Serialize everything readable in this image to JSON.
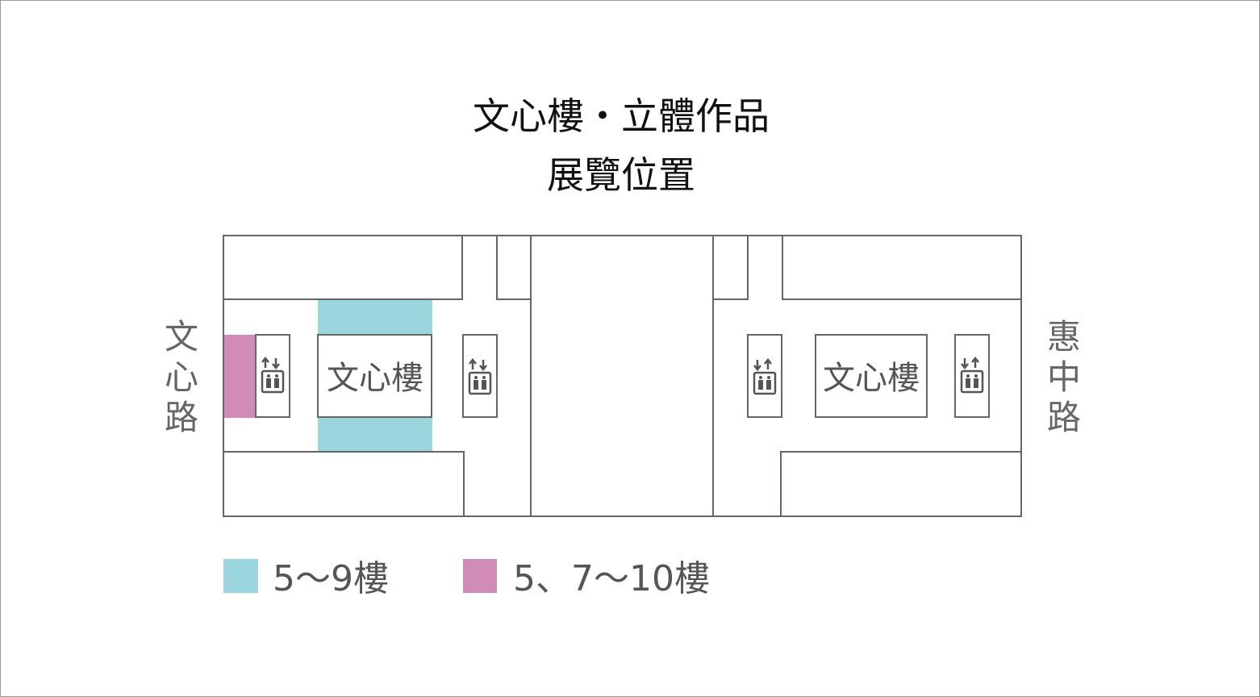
{
  "title": {
    "line1": "文心樓・立體作品",
    "line2": "展覽位置"
  },
  "buildings": [
    {
      "label": "文心樓"
    },
    {
      "label": "文心樓"
    }
  ],
  "roads": {
    "left": [
      "文",
      "心",
      "路"
    ],
    "right": [
      "惠",
      "中",
      "路"
    ]
  },
  "legend": [
    {
      "label": "5～9樓",
      "color": "#9bd5dd"
    },
    {
      "label": "5、7～10樓",
      "color": "#d18bb8"
    }
  ],
  "icons": [
    "elevator-icon",
    "elevator-icon",
    "elevator-icon",
    "elevator-icon"
  ]
}
